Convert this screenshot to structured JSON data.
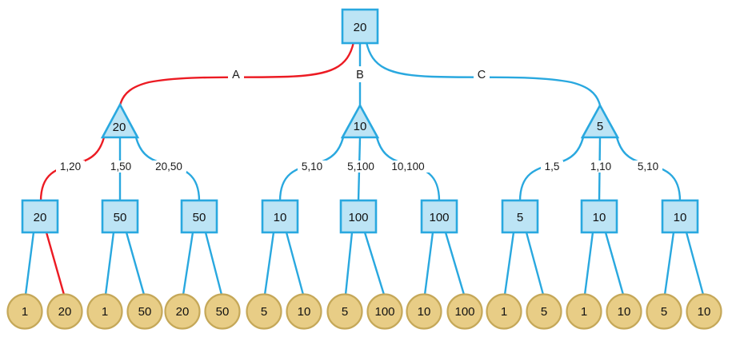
{
  "tree": {
    "root": "20",
    "branch_labels": [
      "A",
      "B",
      "C"
    ],
    "chance_nodes": [
      "20",
      "10",
      "5"
    ],
    "edge_labels": [
      "1,20",
      "1,50",
      "20,50",
      "5,10",
      "5,100",
      "10,100",
      "1,5",
      "1,10",
      "5,10"
    ],
    "mid_nodes": [
      "20",
      "50",
      "50",
      "10",
      "100",
      "100",
      "5",
      "10",
      "10"
    ],
    "leaves": [
      "1",
      "20",
      "1",
      "50",
      "20",
      "50",
      "5",
      "10",
      "5",
      "100",
      "10",
      "100",
      "1",
      "5",
      "1",
      "10",
      "5",
      "10"
    ],
    "highlighted_path_labels": [
      "A",
      "1,20",
      "20"
    ],
    "colors": {
      "edge": "#29a8df",
      "highlight": "#ec1b23",
      "node_fill": "#bce4f5",
      "node_border": "#29a8df",
      "leaf_fill": "#e8cd86",
      "leaf_border": "#c5a859",
      "text": "#1a1a1a"
    }
  }
}
